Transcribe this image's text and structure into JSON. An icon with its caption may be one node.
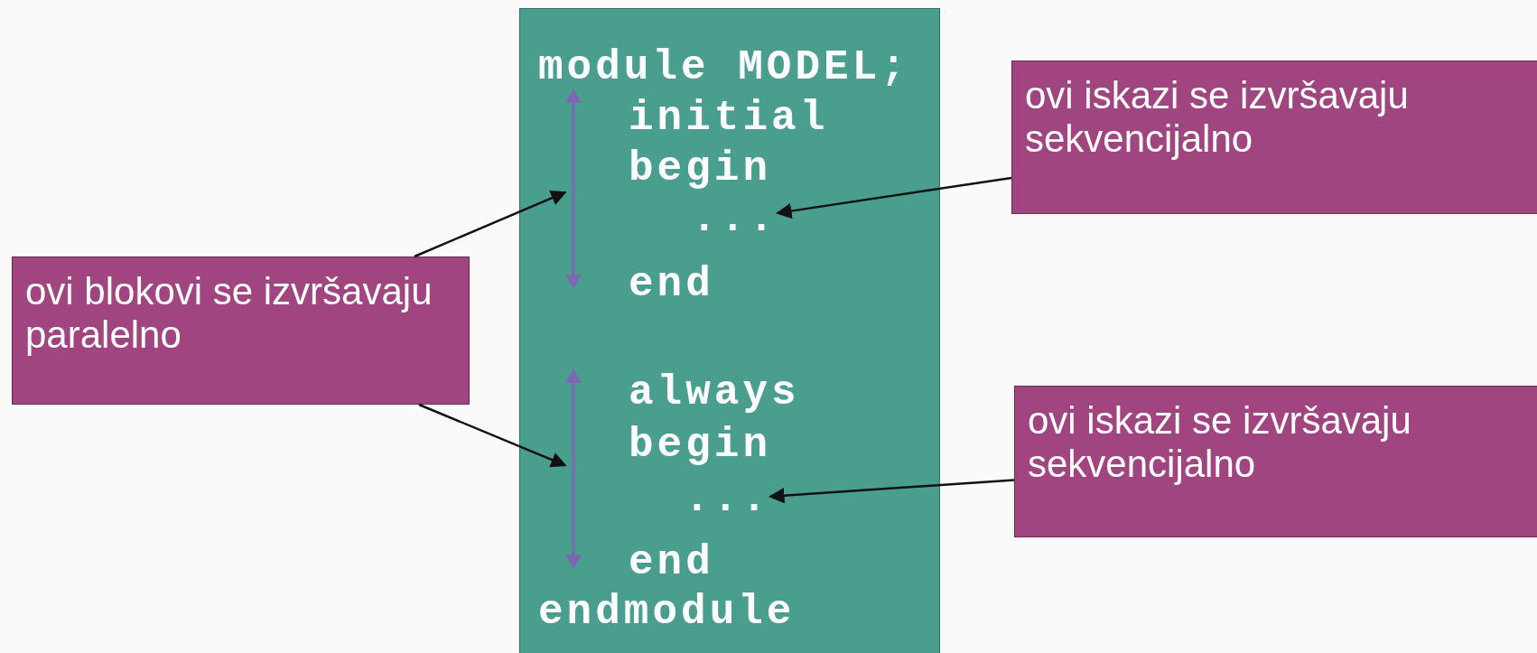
{
  "diagram": {
    "nodes": [
      {
        "text": [
          "module MODEL;",
          "initial",
          "begin",
          "end",
          "always",
          "begin",
          "end",
          "endmodule"
        ]
      },
      {
        "text": [],
        "shape": "arrow",
        "in": 0
      },
      {
        "text": [
          "..."
        ],
        "in": 0
      },
      {
        "text": [],
        "shape": "arrow",
        "in": 0
      },
      {
        "text": [
          "..."
        ],
        "in": 0
      },
      {
        "text": [
          "ovi blokovi se izvršavaju paralelno"
        ]
      },
      {
        "text": [
          "ovi iskazi se izvršavaju sekvencijalno"
        ]
      },
      {
        "text": [
          "ovi iskazi se izvršavaju sekvencijalno"
        ]
      }
    ],
    "edges": [
      {
        "from": 5,
        "to": 1,
        "arrow": "to"
      },
      {
        "from": 5,
        "to": 3,
        "arrow": "to"
      },
      {
        "from": 6,
        "to": 2,
        "arrow": "to"
      },
      {
        "from": 7,
        "to": 4,
        "arrow": "to"
      }
    ]
  }
}
